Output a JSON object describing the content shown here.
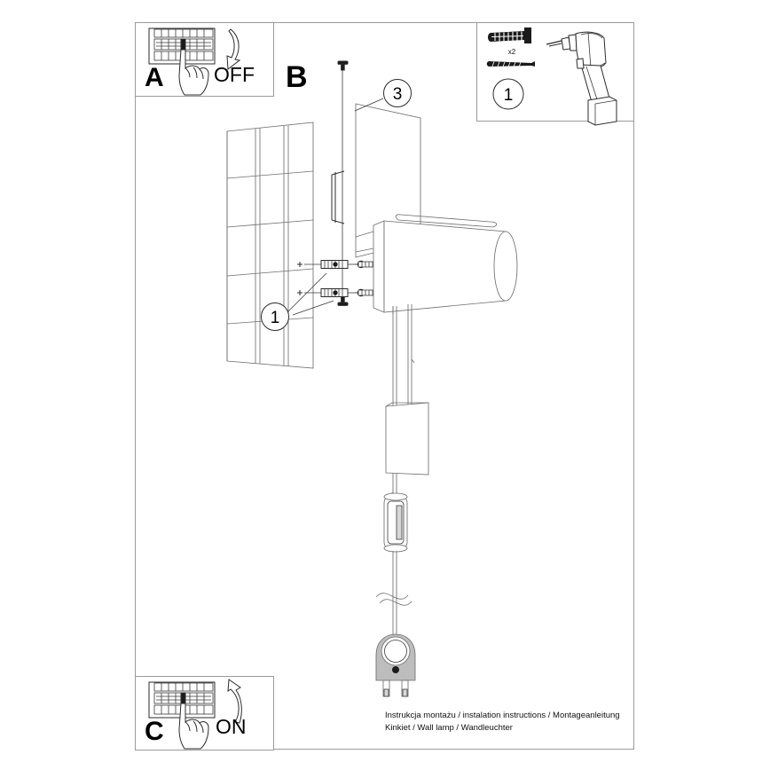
{
  "document": {
    "type": "assembly-instruction-sheet",
    "footer_line1": "Instrukcja montażu / instalation instructions / Montageanleitung",
    "footer_line2": "Kinkiet / Wall lamp / Wandleuchter"
  },
  "panels": {
    "a": {
      "letter": "A",
      "action_label": "OFF",
      "icon": "circuit-breaker-panel",
      "hand_icon": "hand-pointing-icon",
      "arrow_direction": "down"
    },
    "b": {
      "letter": "B",
      "description": "main assembly view"
    },
    "c": {
      "letter": "C",
      "action_label": "ON",
      "icon": "circuit-breaker-panel",
      "hand_icon": "hand-pointing-icon",
      "arrow_direction": "up"
    },
    "parts": {
      "step_number": "1",
      "quantity_label": "x2",
      "items": [
        "wall-plug-dowel",
        "screw",
        "cordless-drill"
      ]
    }
  },
  "callouts": [
    {
      "number": "1",
      "target": "wall-plugs-in-wall"
    },
    {
      "number": "3",
      "target": "mounting-bracket-plate"
    }
  ],
  "assembly": {
    "wall": "tiled-wall-perspective",
    "lamp": "cylindrical-wall-lamp",
    "bracket": "mounting-plate",
    "cable_parts": [
      "cable-weight-block",
      "inline-cord-switch",
      "euro-plug"
    ]
  },
  "colors": {
    "frame": "#9a9a9a",
    "line": "#2b2b2b",
    "light_line": "#6f6f6f",
    "ink": "#000000",
    "metal": "#d8d8d8"
  }
}
